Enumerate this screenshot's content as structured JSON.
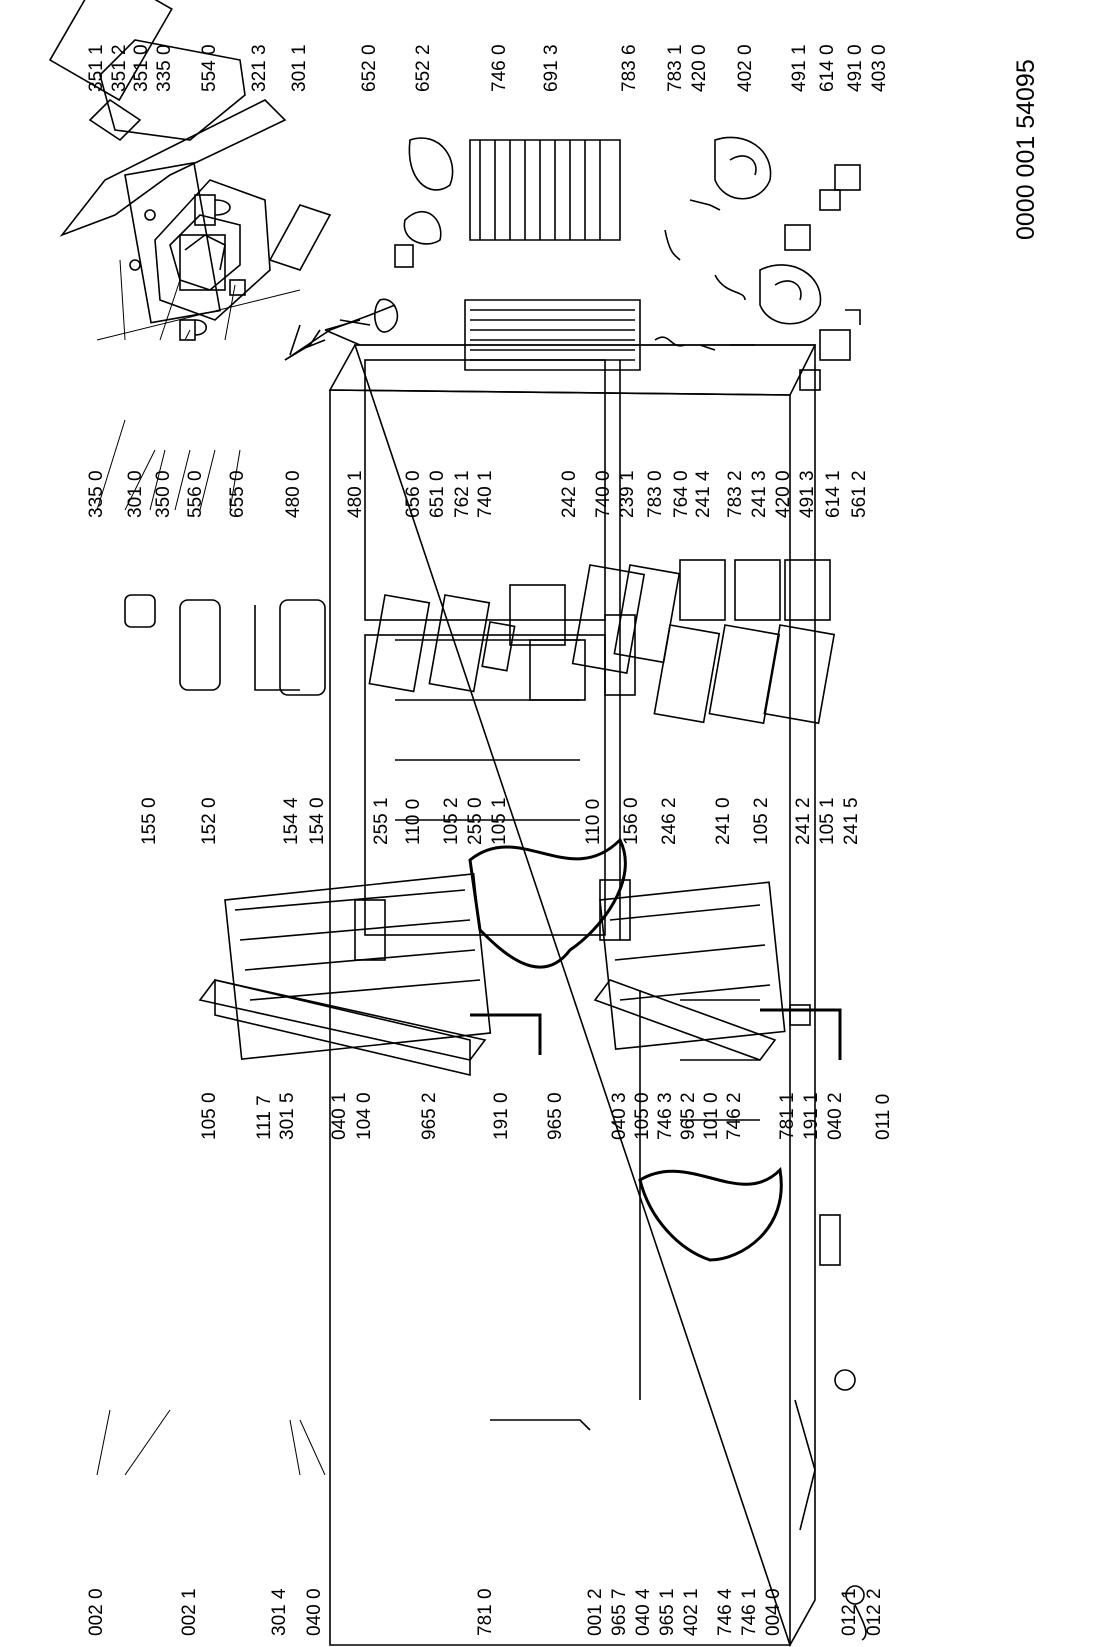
{
  "document_id": "0000 001 54095",
  "part_numbers": [
    "002 0",
    "002 1",
    "301 4",
    "040 0",
    "781 0",
    "001 2",
    "965 7",
    "040 4",
    "965 1",
    "402 1",
    "746 4",
    "746 1",
    "004 0",
    "012 1",
    "012 2",
    "105 0",
    "111 7",
    "301 5",
    "040 1",
    "104 0",
    "965 2",
    "191 0",
    "965 0",
    "040 3",
    "105 0",
    "746 3",
    "965 2",
    "101 0",
    "746 2",
    "781 1",
    "191 1",
    "040 2",
    "011 0",
    "155 0",
    "152 0",
    "154 4",
    "154 0",
    "255 1",
    "110 0",
    "105 2",
    "255 0",
    "105 1",
    "110 0",
    "156 0",
    "246 2",
    "241 0",
    "105 2",
    "241 2",
    "105 1",
    "241 5",
    "335 0",
    "301 0",
    "350 0",
    "556 0",
    "655 0",
    "480 0",
    "480 1",
    "656 0",
    "651 0",
    "762 1",
    "740 1",
    "242 0",
    "740 0",
    "239 1",
    "783 0",
    "764 0",
    "241 4",
    "783 2",
    "241 3",
    "420 0",
    "491 3",
    "614 1",
    "561 2",
    "351 1",
    "351 2",
    "351 0",
    "335 0",
    "554 0",
    "321 3",
    "301 1",
    "652 0",
    "652 2",
    "746 0",
    "691 3",
    "783 6",
    "783 1",
    "420 0",
    "402 0",
    "491 1",
    "614 0",
    "491 0",
    "403 0"
  ]
}
